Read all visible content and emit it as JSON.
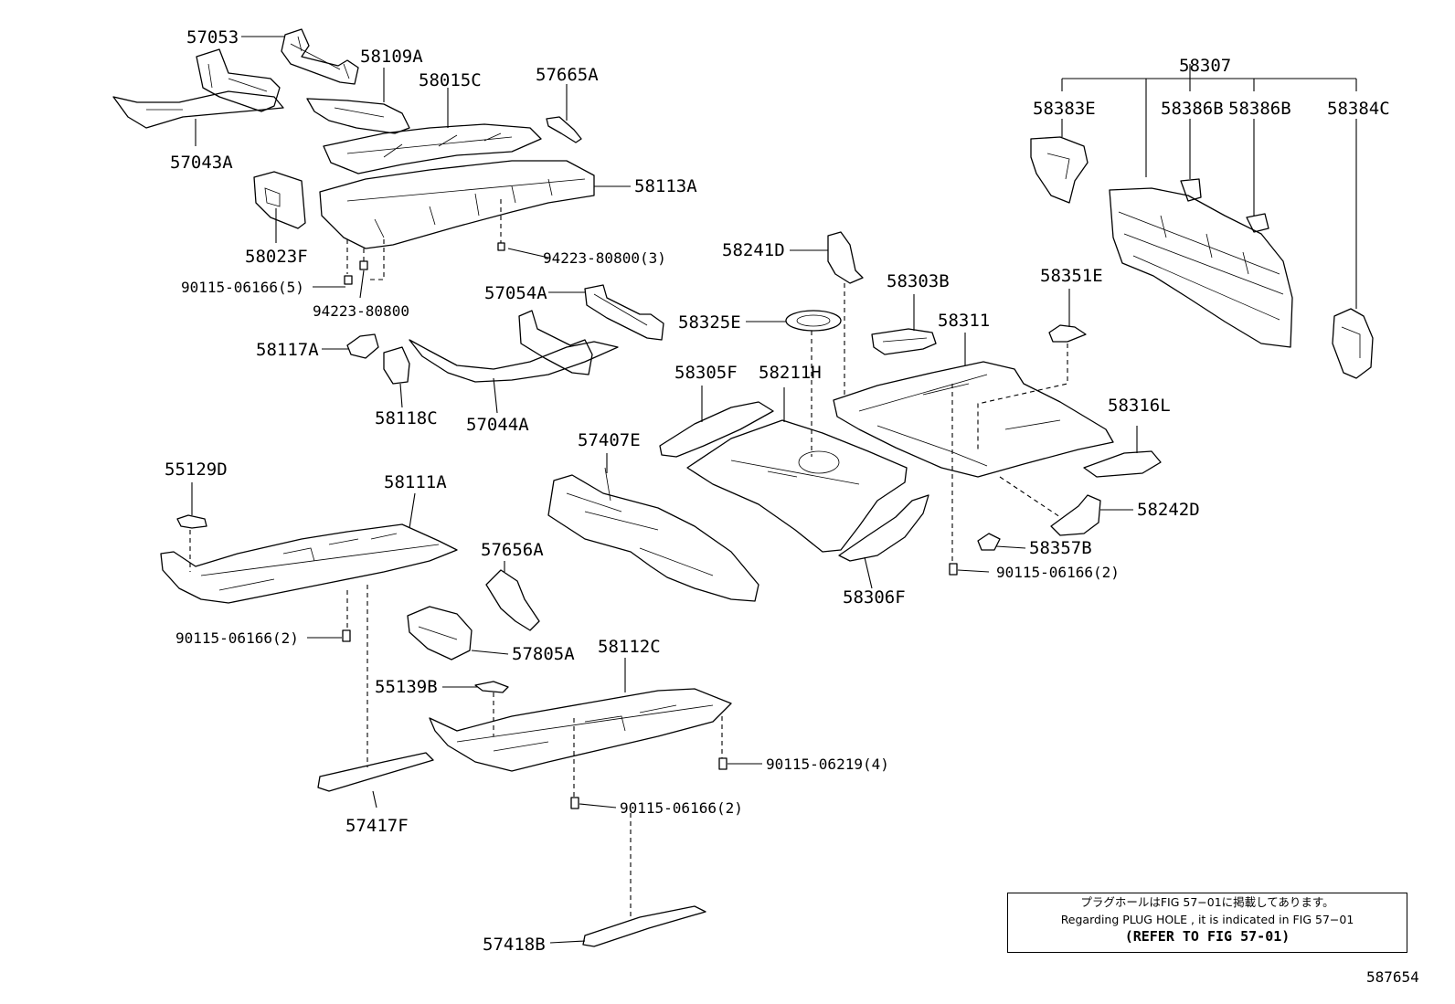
{
  "parts": [
    {
      "id": "p57053",
      "label": "57053"
    },
    {
      "id": "p58109A",
      "label": "58109A"
    },
    {
      "id": "p58015C",
      "label": "58015C"
    },
    {
      "id": "p57665A",
      "label": "57665A"
    },
    {
      "id": "p57043A",
      "label": "57043A"
    },
    {
      "id": "p58113A",
      "label": "58113A"
    },
    {
      "id": "p58023F",
      "label": "58023F"
    },
    {
      "id": "p94223_3",
      "label": "94223-80800(3)"
    },
    {
      "id": "p90115_5",
      "label": "90115-06166(5)"
    },
    {
      "id": "p94223",
      "label": "94223-80800"
    },
    {
      "id": "p57054A",
      "label": "57054A"
    },
    {
      "id": "p58117A",
      "label": "58117A"
    },
    {
      "id": "p58118C",
      "label": "58118C"
    },
    {
      "id": "p57044A",
      "label": "57044A"
    },
    {
      "id": "p58241D",
      "label": "58241D"
    },
    {
      "id": "p58325E",
      "label": "58325E"
    },
    {
      "id": "p58303B",
      "label": "58303B"
    },
    {
      "id": "p58311",
      "label": "58311"
    },
    {
      "id": "p58351E",
      "label": "58351E"
    },
    {
      "id": "p58305F",
      "label": "58305F"
    },
    {
      "id": "p58211H",
      "label": "58211H"
    },
    {
      "id": "p58307",
      "label": "58307"
    },
    {
      "id": "p58383E",
      "label": "58383E"
    },
    {
      "id": "p58386B_1",
      "label": "58386B"
    },
    {
      "id": "p58386B_2",
      "label": "58386B"
    },
    {
      "id": "p58384C",
      "label": "58384C"
    },
    {
      "id": "p58316L",
      "label": "58316L"
    },
    {
      "id": "p57407E",
      "label": "57407E"
    },
    {
      "id": "p58242D",
      "label": "58242D"
    },
    {
      "id": "p58357B",
      "label": "58357B"
    },
    {
      "id": "p90115_2c",
      "label": "90115-06166(2)"
    },
    {
      "id": "p58306F",
      "label": "58306F"
    },
    {
      "id": "p55129D",
      "label": "55129D"
    },
    {
      "id": "p58111A",
      "label": "58111A"
    },
    {
      "id": "p57656A",
      "label": "57656A"
    },
    {
      "id": "p90115_2a",
      "label": "90115-06166(2)"
    },
    {
      "id": "p57805A",
      "label": "57805A"
    },
    {
      "id": "p58112C",
      "label": "58112C"
    },
    {
      "id": "p55139B",
      "label": "55139B"
    },
    {
      "id": "p90115_4",
      "label": "90115-06219(4)"
    },
    {
      "id": "p90115_2b",
      "label": "90115-06166(2)"
    },
    {
      "id": "p57417F",
      "label": "57417F"
    },
    {
      "id": "p57418B",
      "label": "57418B"
    }
  ],
  "note": {
    "line1": "プラグホールはFIG 57−01に掲載してあります。",
    "line2": "Regarding PLUG HOLE , it is indicated in FIG 57−01",
    "line3": "(REFER TO FIG 57-01)"
  },
  "figure_number": "587654"
}
